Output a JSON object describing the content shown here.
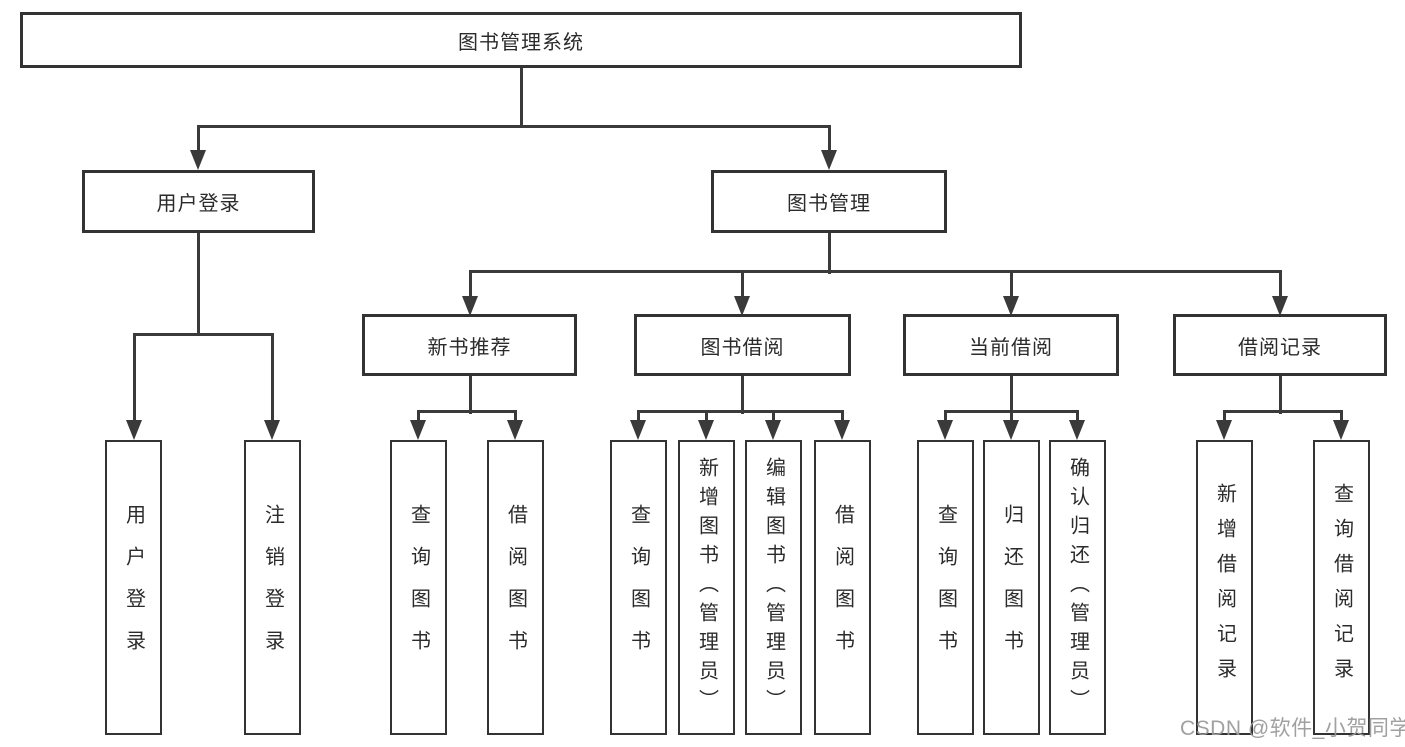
{
  "tree": {
    "root": {
      "label": "图书管理系统"
    },
    "children": [
      {
        "label": "用户登录",
        "children": [
          {
            "label": "用户登录"
          },
          {
            "label": "注销登录"
          }
        ]
      },
      {
        "label": "图书管理",
        "children": [
          {
            "label": "新书推荐",
            "children": [
              {
                "label": "查询图书"
              },
              {
                "label": "借阅图书"
              }
            ]
          },
          {
            "label": "图书借阅",
            "children": [
              {
                "label": "查询图书"
              },
              {
                "label": "新增图书（管理员）"
              },
              {
                "label": "编辑图书（管理员）"
              },
              {
                "label": "借阅图书"
              }
            ]
          },
          {
            "label": "当前借阅",
            "children": [
              {
                "label": "查询图书"
              },
              {
                "label": "归还图书"
              },
              {
                "label": "确认归还（管理员）"
              }
            ]
          },
          {
            "label": "借阅记录",
            "children": [
              {
                "label": "新增借阅记录"
              },
              {
                "label": "查询借阅记录"
              }
            ]
          }
        ]
      }
    ]
  },
  "watermark": {
    "text": "CSDN @软件_小贺同学"
  },
  "colors": {
    "line": "#3a3a3a",
    "box_border": "#333333",
    "box_fill": "#ffffff",
    "text": "#2b2b2b",
    "watermark": "#9b9b9b",
    "background": "#ffffff"
  }
}
